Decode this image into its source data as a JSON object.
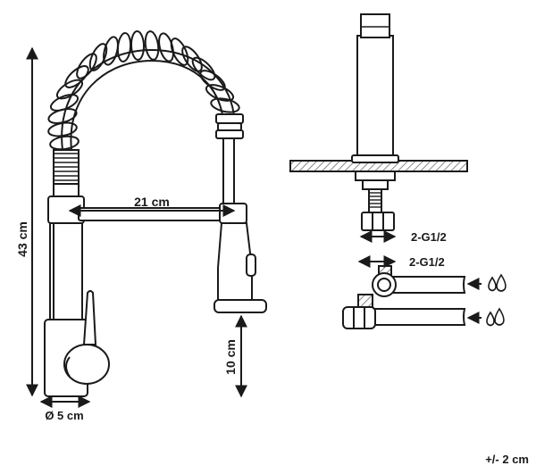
{
  "dimensions": {
    "height": "43 cm",
    "reach": "21 cm",
    "spout_clearance": "10 cm",
    "base_diameter": "Ø 5 cm",
    "connector_upper": "2-G1/2",
    "connector_lower": "2-G1/2",
    "tolerance": "+/- 2 cm"
  },
  "icons": {
    "upper_inlet": "water-drops-icon",
    "lower_inlet": "water-drops-icon"
  },
  "colors": {
    "line": "#1a1a1a",
    "fill_light": "#ffffff",
    "hatch": "#555555"
  }
}
